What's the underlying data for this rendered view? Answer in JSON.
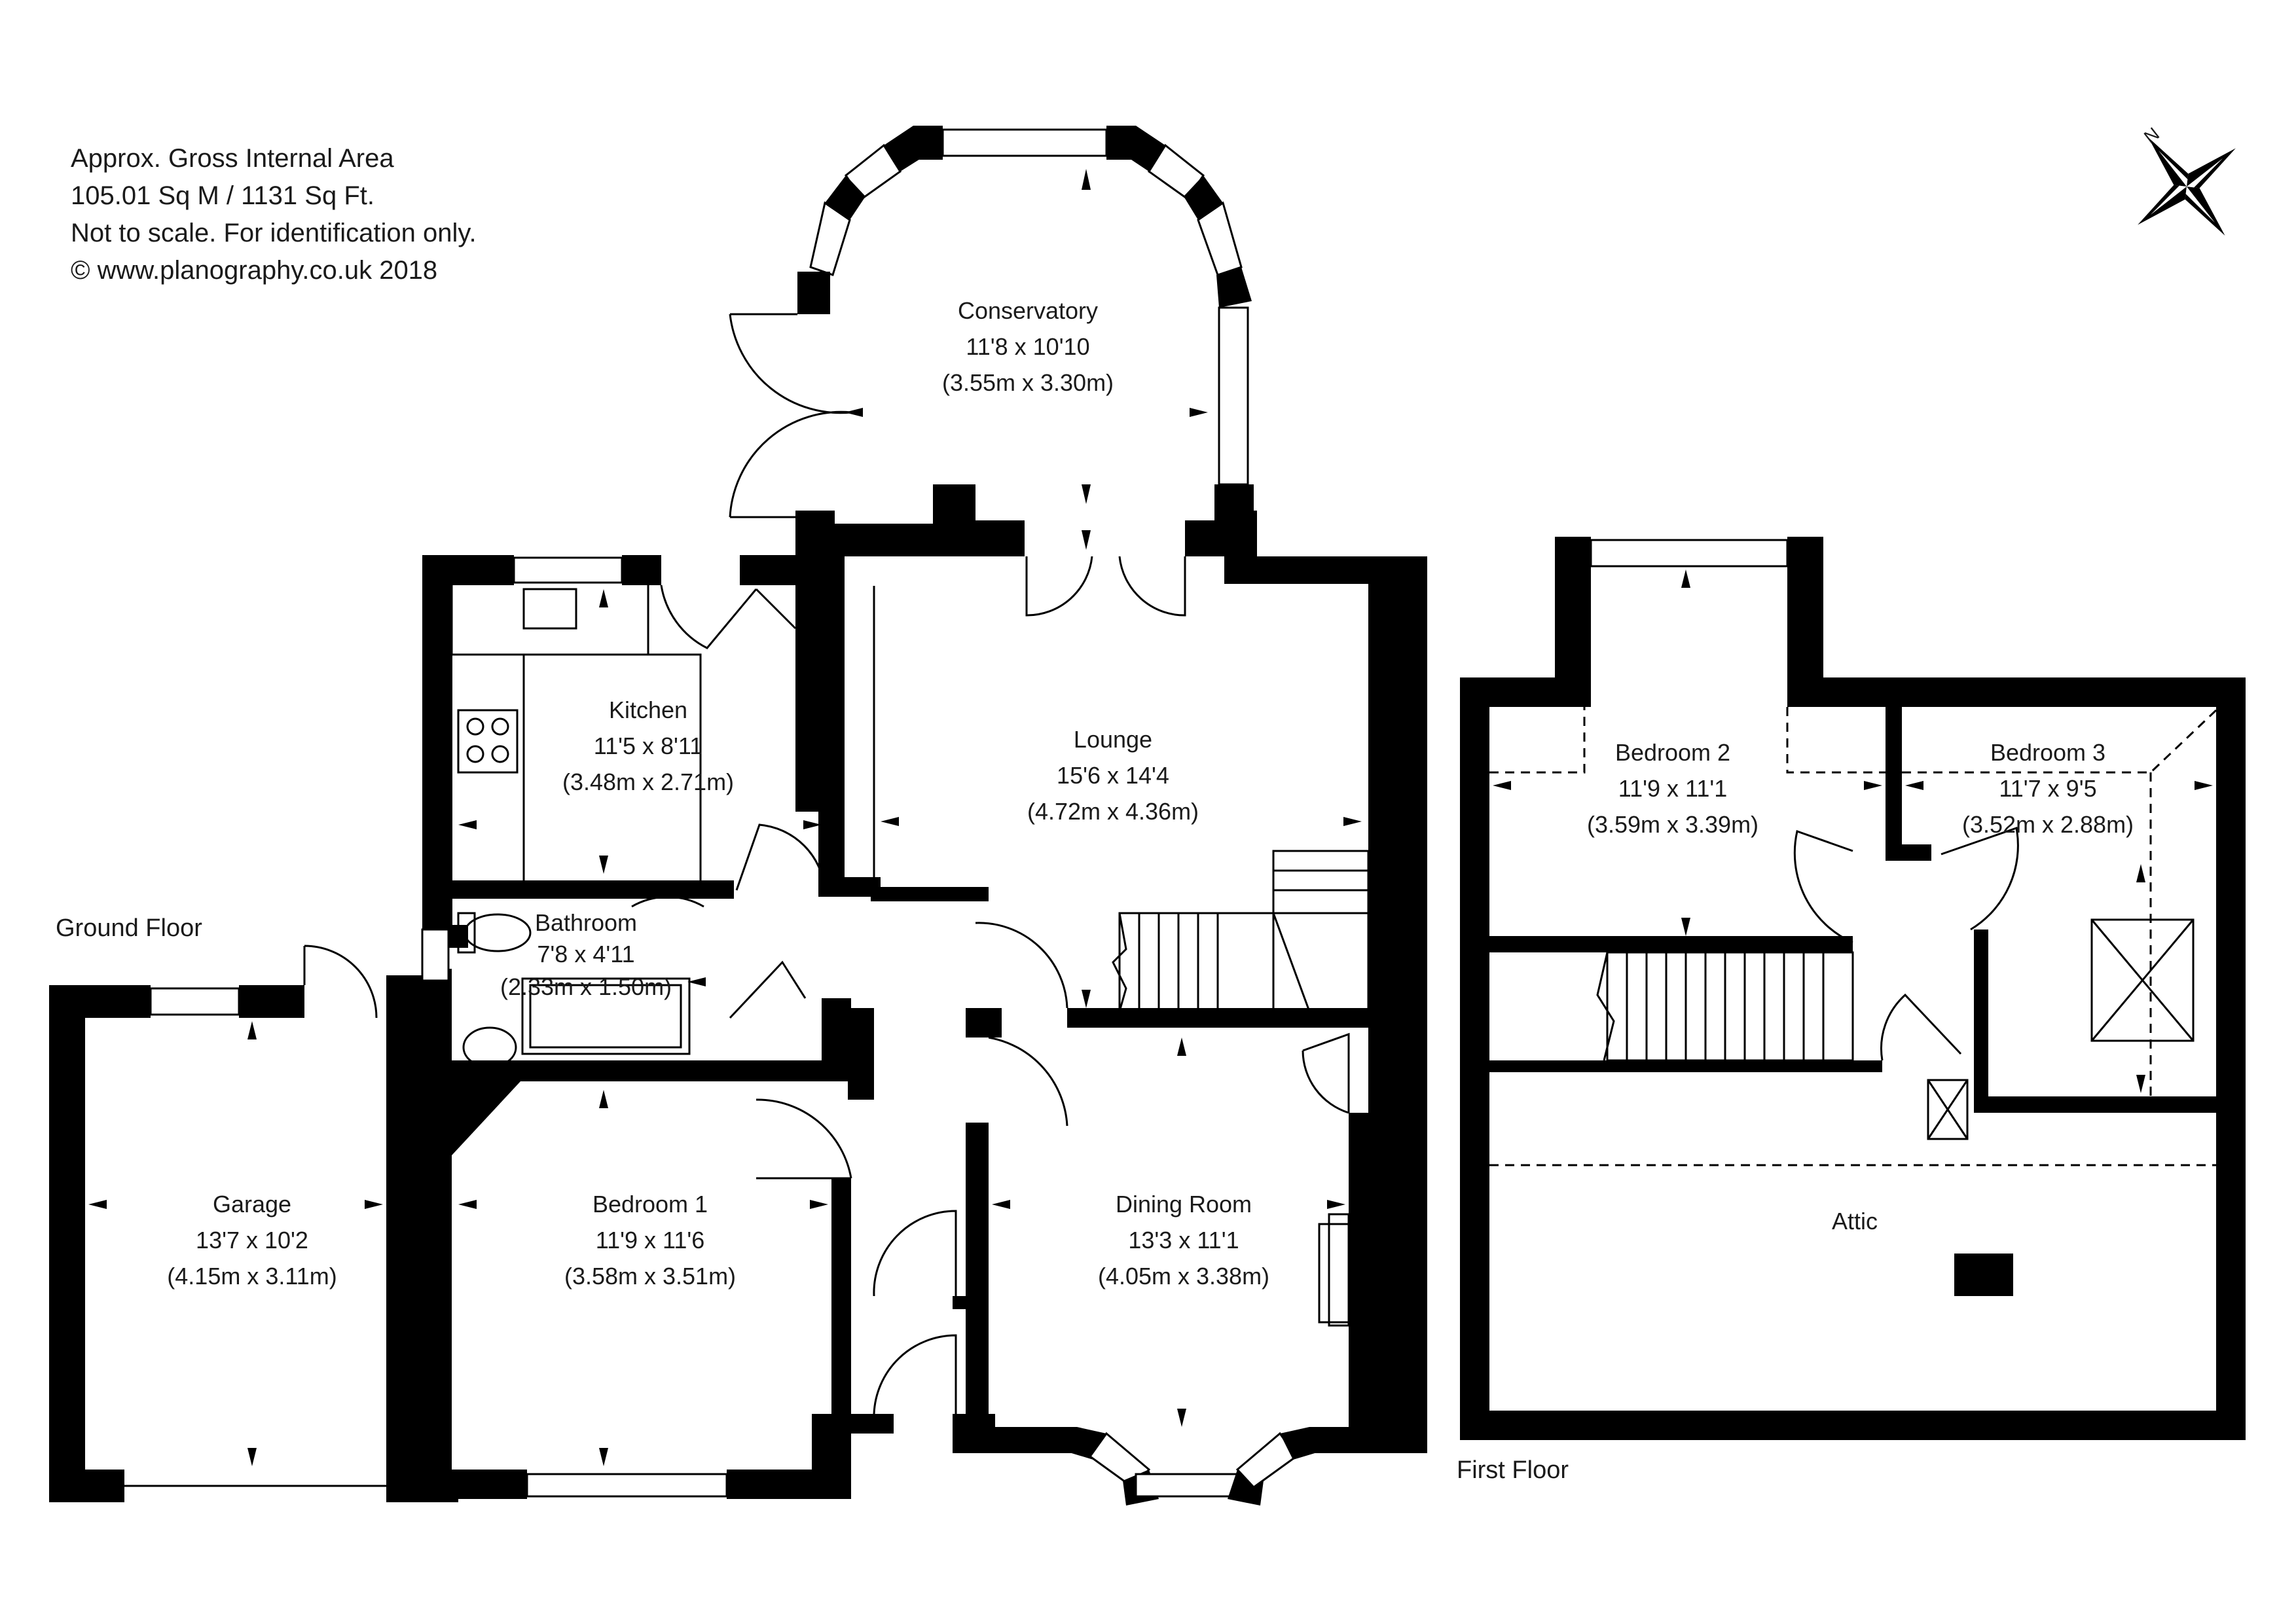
{
  "info": {
    "line1": "Approx. Gross Internal Area",
    "line2": "105.01 Sq M / 1131 Sq Ft.",
    "line3": "Not to scale. For identification only.",
    "line4": "© www.planography.co.uk 2018"
  },
  "compass": {
    "label": "N"
  },
  "floors": {
    "ground": "Ground Floor",
    "first": "First Floor"
  },
  "rooms": {
    "conservatory": {
      "name": "Conservatory",
      "imperial": "11'8 x 10'10",
      "metric": "(3.55m x 3.30m)"
    },
    "kitchen": {
      "name": "Kitchen",
      "imperial": "11'5 x 8'11",
      "metric": "(3.48m x 2.71m)"
    },
    "lounge": {
      "name": "Lounge",
      "imperial": "15'6 x 14'4",
      "metric": "(4.72m x 4.36m)"
    },
    "bathroom": {
      "name": "Bathroom",
      "imperial": "7'8 x 4'11",
      "metric": "(2.33m x 1.50m)"
    },
    "garage": {
      "name": "Garage",
      "imperial": "13'7 x 10'2",
      "metric": "(4.15m x 3.11m)"
    },
    "bedroom1": {
      "name": "Bedroom 1",
      "imperial": "11'9 x 11'6",
      "metric": "(3.58m x 3.51m)"
    },
    "dining": {
      "name": "Dining Room",
      "imperial": "13'3 x 11'1",
      "metric": "(4.05m x 3.38m)"
    },
    "bedroom2": {
      "name": "Bedroom 2",
      "imperial": "11'9 x 11'1",
      "metric": "(3.59m x 3.39m)"
    },
    "bedroom3": {
      "name": "Bedroom 3",
      "imperial": "11'7 x 9'5",
      "metric": "(3.52m x 2.88m)"
    },
    "attic": {
      "name": "Attic"
    }
  }
}
